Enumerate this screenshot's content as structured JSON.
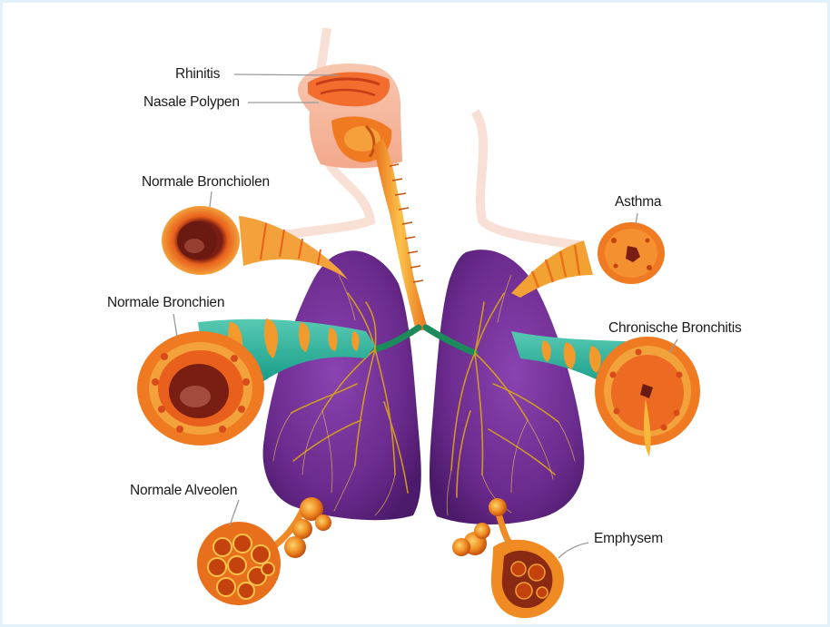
{
  "labels": {
    "rhinitis": "Rhinitis",
    "nasal_polyps": "Nasale Polypen",
    "normal_bronchioles": "Normale Bronchiolen",
    "asthma": "Asthma",
    "normal_bronchi": "Normale Bronchien",
    "chronic_bronchitis": "Chronische Bronchitis",
    "normal_alveoli": "Normale Alveolen",
    "emphysema": "Emphysem"
  },
  "colors": {
    "frame_border": "#e3f2fa",
    "lung": "#6a2a8c",
    "lung_dark": "#4c1a6b",
    "airway_orange": "#f07a22",
    "airway_light": "#f9b23c",
    "bronchus_teal": "#1fa38d",
    "leader_line": "#9a9a9a"
  }
}
